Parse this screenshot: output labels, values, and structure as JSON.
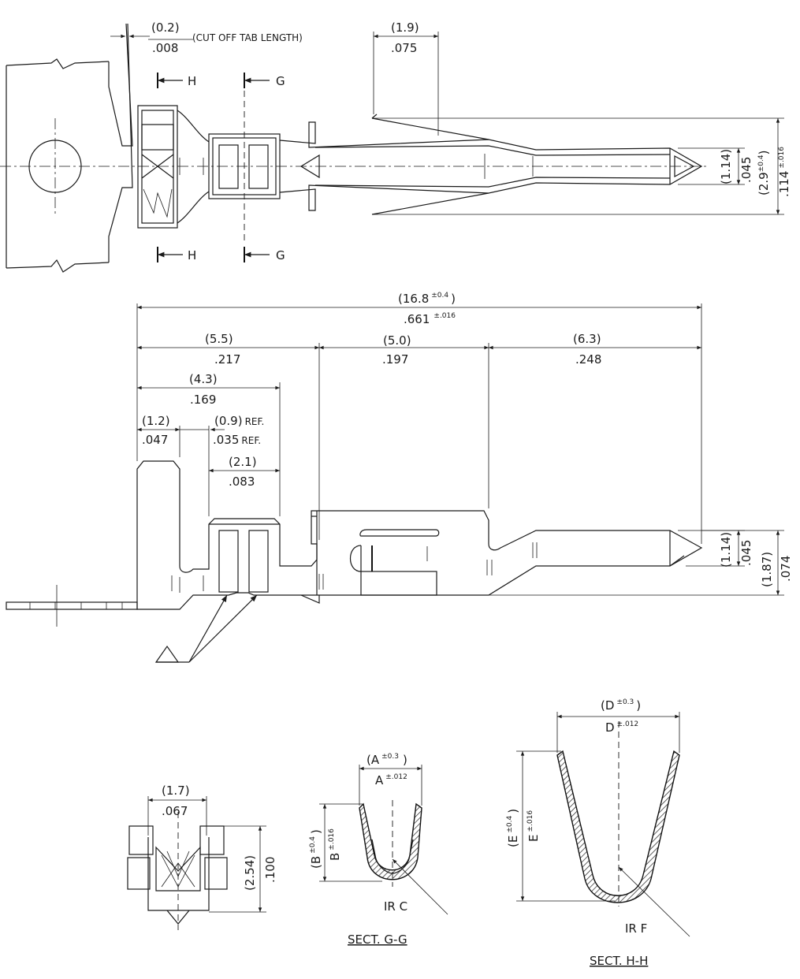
{
  "top_view": {
    "tab_cut_metric": "(0.2)",
    "tab_cut_inch": ".008",
    "tab_cut_note": "(CUT OFF TAB LENGTH)",
    "barb_metric": "(1.9)",
    "barb_inch": ".075",
    "pin_w_metric": "(1.14)",
    "pin_w_inch": ".045",
    "body_w_metric": "(2.9",
    "body_w_metric_tol": "±0.4",
    "body_w_metric_close": ")",
    "body_w_inch": ".114",
    "body_w_inch_tol": "±.016",
    "section_h": "H",
    "section_g": "G"
  },
  "side_view": {
    "overall_metric": "(16.8",
    "overall_metric_tol": "±0.4",
    "overall_metric_close": ")",
    "overall_inch": ".661",
    "overall_inch_tol": "±.016",
    "seg1_metric": "(5.5)",
    "seg1_inch": ".217",
    "seg2_metric": "(5.0)",
    "seg2_inch": ".197",
    "seg3_metric": "(6.3)",
    "seg3_inch": ".248",
    "crimp_metric": "(4.3)",
    "crimp_inch": ".169",
    "tab_metric": "(1.2)",
    "tab_inch": ".047",
    "gap_metric": "(0.9)",
    "gap_inch": ".035",
    "gap_ref": "REF.",
    "wire_metric": "(2.1)",
    "wire_inch": ".083",
    "pin_h_metric": "(1.14)",
    "pin_h_inch": ".045",
    "body_h_metric": "(1.87)",
    "body_h_inch": ".074"
  },
  "end_view": {
    "width_metric": "(1.7)",
    "width_inch": ".067",
    "height_metric": "(2.54)",
    "height_inch": ".100"
  },
  "section_gg": {
    "a_metric": "(A",
    "a_metric_tol": "±0.3",
    "a_metric_close": ")",
    "a_inch": "A",
    "a_inch_tol": "±.012",
    "b_metric": "(B",
    "b_metric_tol": "±0.4",
    "b_metric_close": ")",
    "b_inch": "B",
    "b_inch_tol": "±.016",
    "radius": "IR C",
    "title": "SECT. G-G"
  },
  "section_hh": {
    "d_metric": "(D",
    "d_metric_tol": "±0.3",
    "d_metric_close": ")",
    "d_inch": "D",
    "d_inch_tol": "±.012",
    "e_metric": "(E",
    "e_metric_tol": "±0.4",
    "e_metric_close": ")",
    "e_inch": "E",
    "e_inch_tol": "±.016",
    "radius": "IR F",
    "title": "SECT. H-H"
  }
}
